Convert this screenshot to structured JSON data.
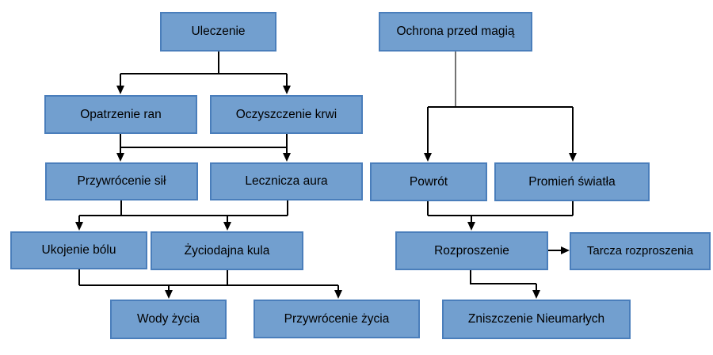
{
  "diagram": {
    "title": "",
    "type": "skill-tree-flowchart",
    "language": "Polish"
  },
  "colors": {
    "node_fill": "#729FCF",
    "node_border": "#4A7EBB",
    "connector": "#000000",
    "connector_gray": "#737373",
    "background": "#FFFFFF",
    "text": "#000000"
  },
  "nodes": [
    {
      "id": "uleczenie",
      "label": "Uleczenie"
    },
    {
      "id": "ochrona-przed-magia",
      "label": "Ochrona przed magią"
    },
    {
      "id": "opatrzenie-ran",
      "label": "Opatrzenie ran"
    },
    {
      "id": "oczyszczenie-krwi",
      "label": "Oczyszczenie krwi"
    },
    {
      "id": "przywrocenie-sil",
      "label": "Przywrócenie sił"
    },
    {
      "id": "lecznicza-aura",
      "label": "Lecznicza aura"
    },
    {
      "id": "powrot",
      "label": "Powrót"
    },
    {
      "id": "promien-swiatla",
      "label": "Promień światła"
    },
    {
      "id": "ukojenie-bolu",
      "label": "Ukojenie bólu"
    },
    {
      "id": "zyciodajna-kula",
      "label": "Życiodajna kula"
    },
    {
      "id": "rozproszenie",
      "label": "Rozproszenie"
    },
    {
      "id": "tarcza-rozproszenia",
      "label": "Tarcza rozproszenia"
    },
    {
      "id": "wody-zycia",
      "label": "Wody życia"
    },
    {
      "id": "przywrocenie-zycia",
      "label": "Przywrócenie życia"
    },
    {
      "id": "zniszczenie-nieumarlych",
      "label": "Zniszczenie Nieumarłych"
    }
  ],
  "edges": [
    {
      "from": [
        "uleczenie"
      ],
      "to": [
        "opatrzenie-ran",
        "oczyszczenie-krwi"
      ]
    },
    {
      "from": [
        "opatrzenie-ran",
        "oczyszczenie-krwi"
      ],
      "to": [
        "przywrocenie-sil",
        "lecznicza-aura"
      ]
    },
    {
      "from": [
        "przywrocenie-sil",
        "lecznicza-aura"
      ],
      "to": [
        "ukojenie-bolu",
        "zyciodajna-kula"
      ]
    },
    {
      "from": [
        "ukojenie-bolu",
        "zyciodajna-kula"
      ],
      "to": [
        "wody-zycia",
        "przywrocenie-zycia"
      ]
    },
    {
      "from": [
        "ochrona-przed-magia"
      ],
      "to": [
        "powrot",
        "promien-swiatla"
      ]
    },
    {
      "from": [
        "powrot",
        "promien-swiatla"
      ],
      "to": [
        "rozproszenie"
      ]
    },
    {
      "from": [
        "rozproszenie"
      ],
      "to": [
        "tarcza-rozproszenia"
      ]
    },
    {
      "from": [
        "rozproszenie"
      ],
      "to": [
        "zniszczenie-nieumarlych"
      ]
    }
  ]
}
